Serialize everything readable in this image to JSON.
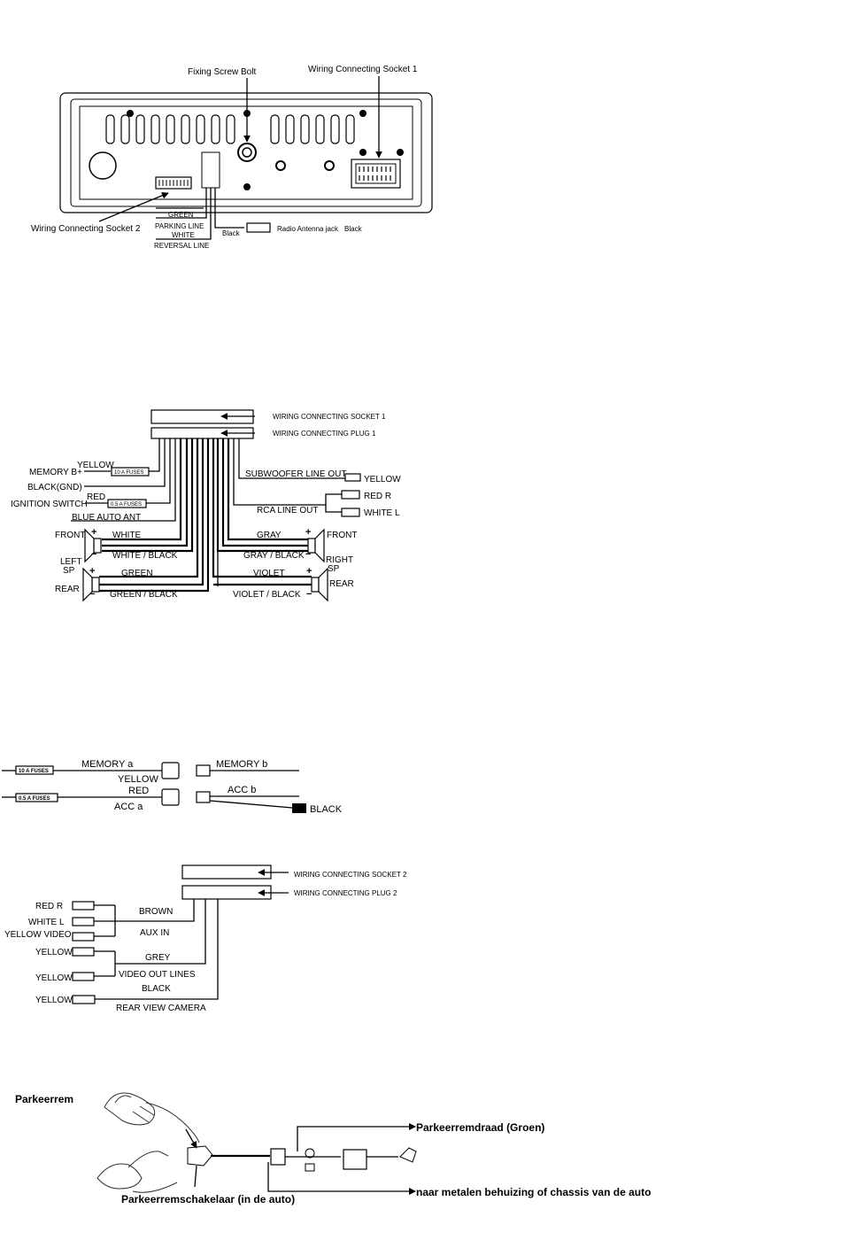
{
  "panel": {
    "fixing_screw_bolt": "Fixing Screw Bolt",
    "socket1": "Wiring Connecting Socket 1",
    "socket2": "Wiring Connecting Socket 2",
    "green": "GREEN",
    "parking_line": "PARKING LINE",
    "white": "WHITE",
    "reversal_line": "REVERSAL LINE",
    "black_left": "Black",
    "antenna_jack": "Radio Antenna jack",
    "black_right": "Black"
  },
  "harness1": {
    "socket1": "WIRING CONNECTING SOCKET 1",
    "plug1": "WIRING CONNECTING PLUG 1",
    "yellow": "YELLOW",
    "memory_b": "MEMORY B+",
    "fuse10": "10 A FUSES",
    "black_gnd": "BLACK(GND)",
    "red": "RED",
    "ignition_switch": "IGNITION SWITCH",
    "fuse05": "0.5 A FUSES",
    "blue_auto_ant": "BLUE  AUTO ANT",
    "subwoofer": "SUBWOOFER LINE OUT",
    "yellow_out": "YELLOW",
    "red_r": "RED R",
    "rca_line_out": "RCA LINE OUT",
    "white_l": "WHITE  L",
    "front_left": "FRONT",
    "white_wire": "WHITE",
    "white_black": "WHITE / BLACK",
    "left_sp": "LEFT",
    "left_sp2": "SP",
    "rear_left": "REAR",
    "green_wire": "GREEN",
    "green_black": "GREEN / BLACK",
    "gray": "GRAY",
    "gray_black": "GRAY / BLACK",
    "front_right": "FRONT",
    "right_sp": "RIGHT",
    "right_sp2": "SP",
    "rear_right": "REAR",
    "violet": "VIOLET",
    "violet_black": "VIOLET / BLACK",
    "plus": "+",
    "minus": "−"
  },
  "memory": {
    "fuse10": "10 A FUSES",
    "memory_a": "MEMORY  a",
    "memory_b": "MEMORY  b",
    "yellow": "YELLOW",
    "fuse05": "0.5 A FUSES",
    "red": "RED",
    "acc_a": "ACC a",
    "acc_b": "ACC b",
    "black": "BLACK"
  },
  "harness2": {
    "socket2": "WIRING CONNECTING SOCKET 2",
    "plug2": "WIRING CONNECTING PLUG 2",
    "red_r": "RED  R",
    "white_l": "WHITE   L",
    "yellow_video": "YELLOW VIDEO",
    "brown": "BROWN",
    "aux_in": "AUX IN",
    "yellow1": "YELLOW",
    "grey": "GREY",
    "yellow2": "YELLOW",
    "video_out": "VIDEO OUT LINES",
    "black": "BLACK",
    "yellow3": "YELLOW",
    "rear_camera": "REAR VIEW CAMERA"
  },
  "parking": {
    "title": "Parkeerrem",
    "switch": "Parkeerremschakelaar (in de auto)",
    "wire_green": "Parkeerremdraad (Groen)",
    "chassis": "naar metalen behuizing of chassis van de auto"
  }
}
